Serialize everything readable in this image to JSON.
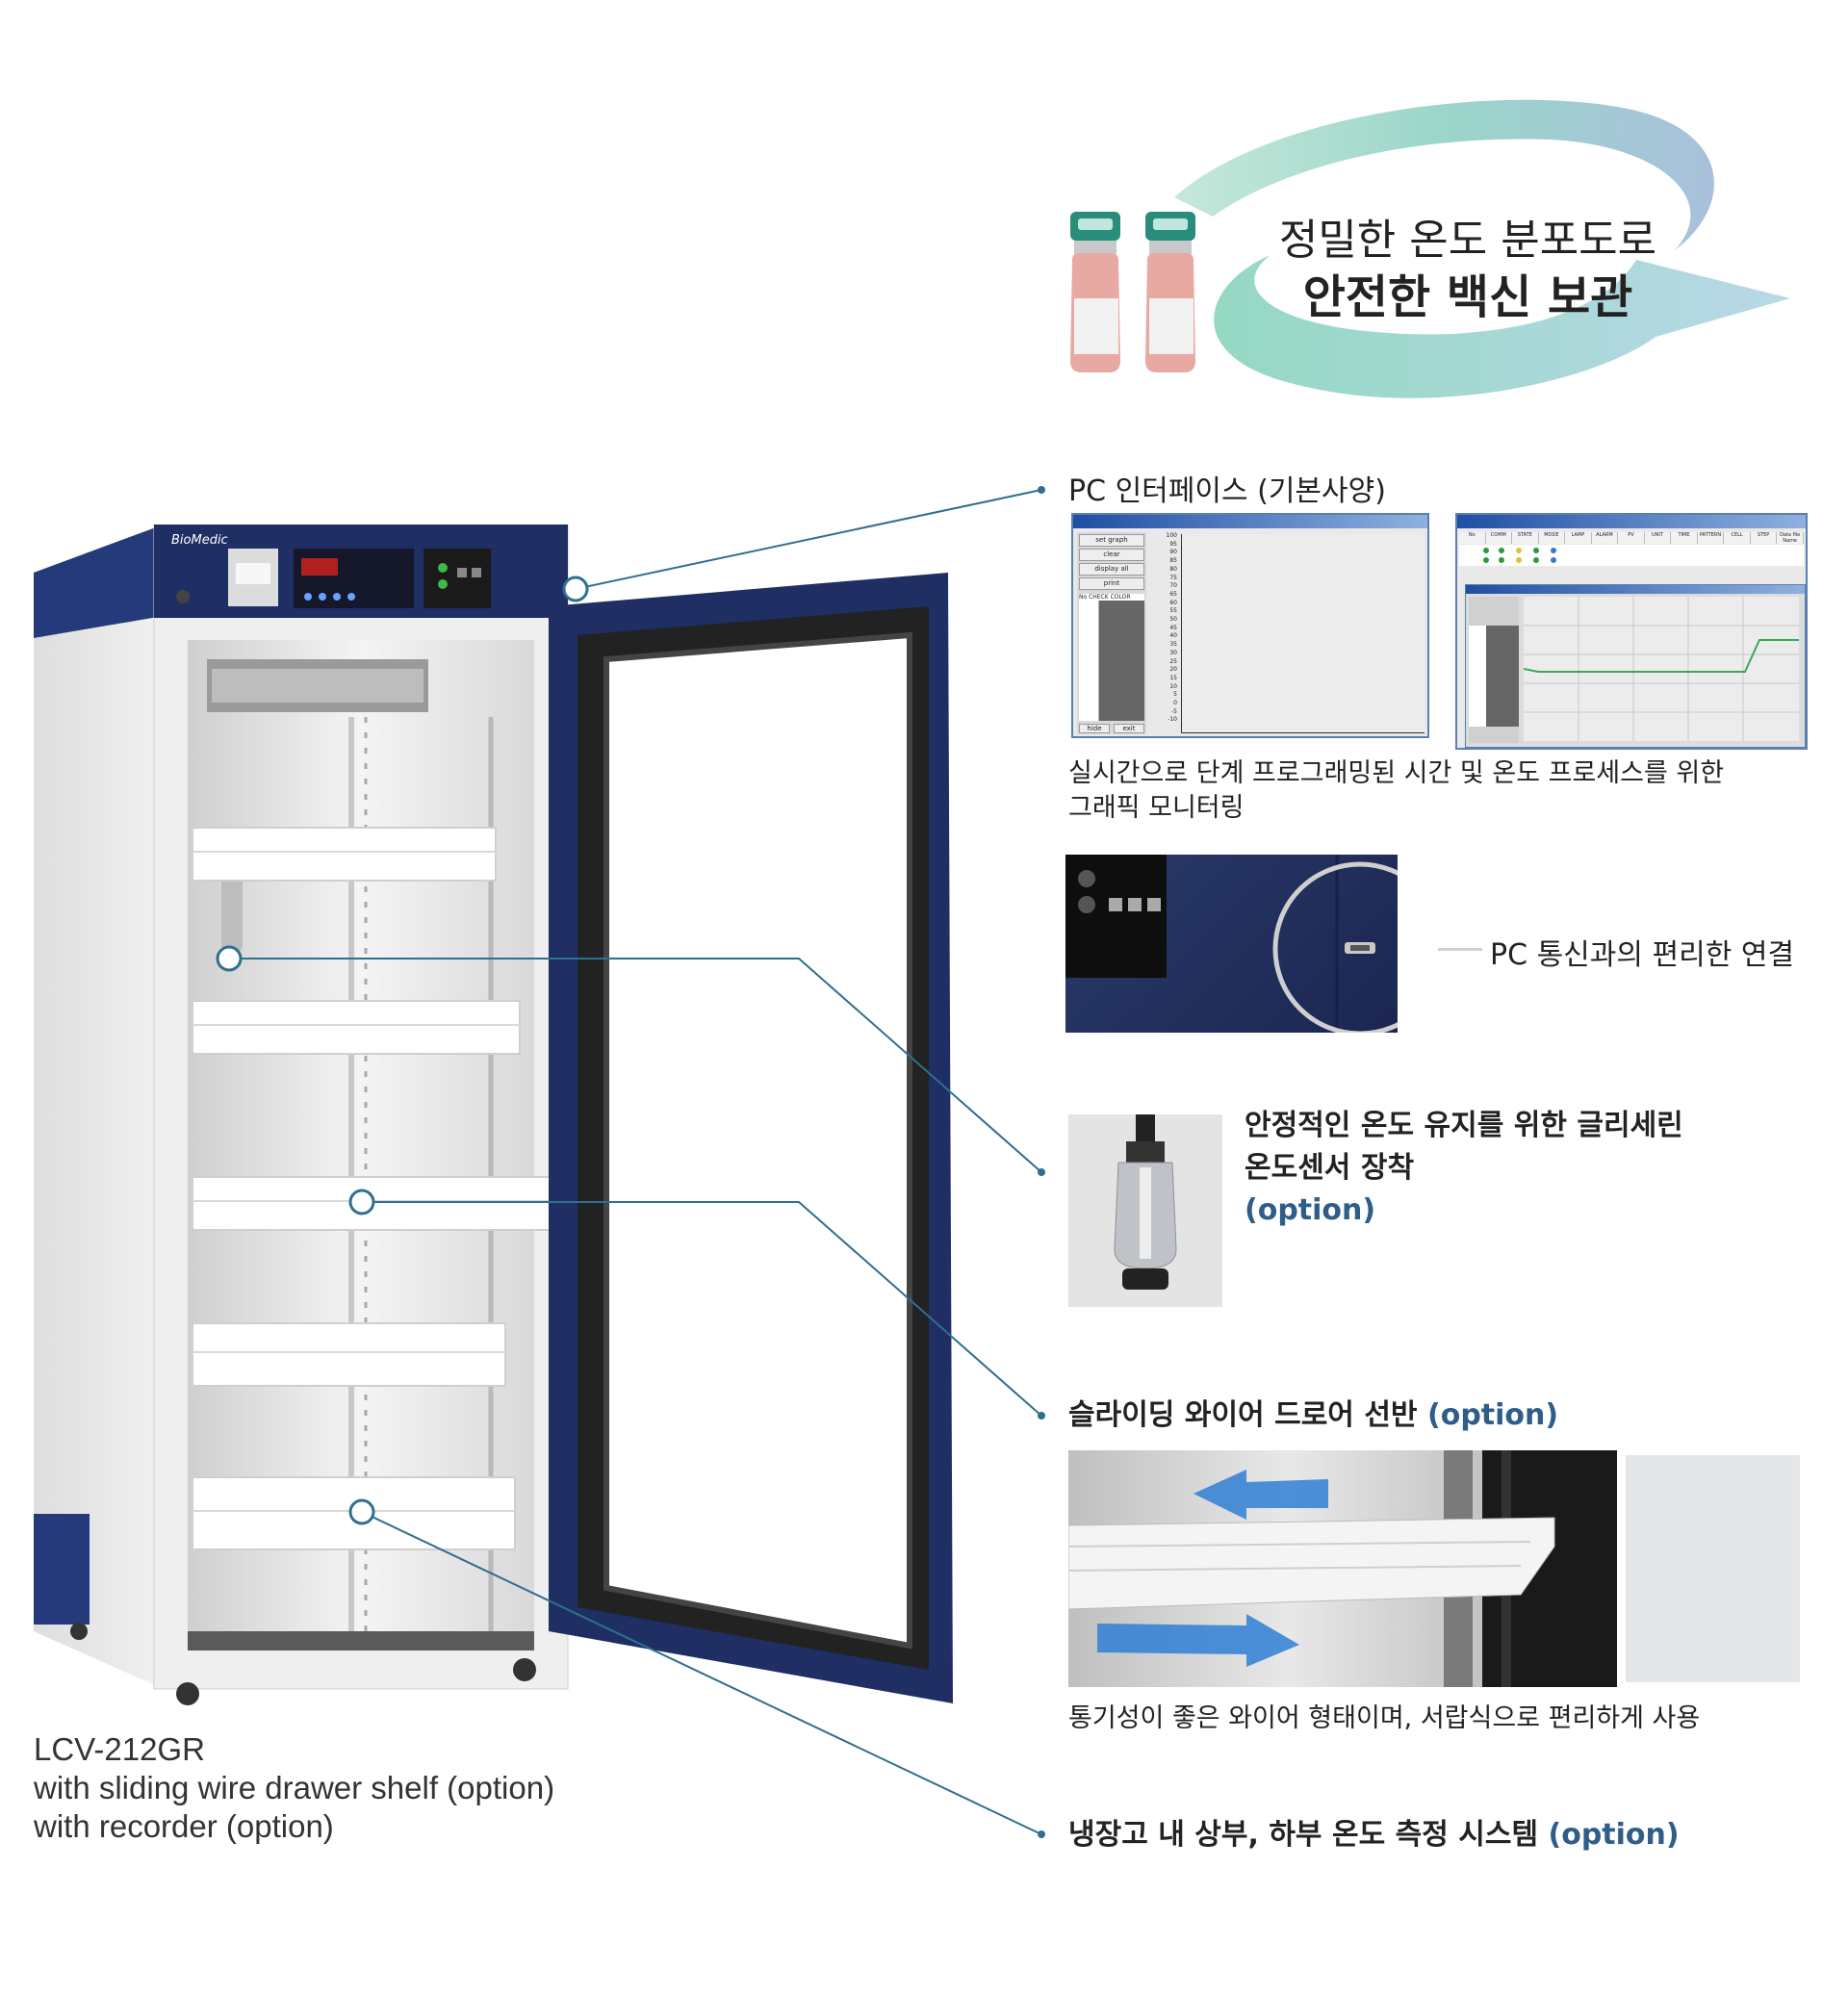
{
  "banner": {
    "line1": "정밀한 온도 분포도로",
    "line2": "안전한 백신 보관"
  },
  "product": {
    "brand": "BioMedic",
    "model": "LCV-212GR",
    "feature1": "with sliding wire drawer shelf (option)",
    "feature2": "with recorder (option)"
  },
  "features": {
    "pc_interface": {
      "title": "PC 인터페이스 (기본사양)",
      "caption_line1": "실시간으로 단계 프로그래밍된 시간 및 온도 프로세스를 위한",
      "caption_line2": "그래픽 모니터링"
    },
    "pc_connection": {
      "label": "PC 통신과의 편리한 연결"
    },
    "glycerin_sensor": {
      "line1": "안정적인 온도 유지를 위한 글리세린",
      "line2": "온도센서 장착",
      "option": "(option)"
    },
    "drawer_shelf": {
      "title": "슬라이딩 와이어 드로어 선반",
      "option": "(option)",
      "caption": "통기성이 좋은 와이어 형태이며, 서랍식으로 편리하게 사용"
    },
    "temp_system": {
      "title": "냉장고 내 상부, 하부 온도 측정 시스템",
      "option": "(option)"
    }
  },
  "screenshots": {
    "left": {
      "buttons": [
        "set graph",
        "clear",
        "display all",
        "print"
      ],
      "table_header": "No  CHECK  COLOR",
      "footer_buttons": [
        "hide",
        "exit"
      ],
      "y_ticks": [
        "100",
        "95",
        "90",
        "85",
        "80",
        "75",
        "70",
        "65",
        "60",
        "55",
        "50",
        "45",
        "40",
        "35",
        "30",
        "25",
        "20",
        "15",
        "10",
        "5",
        "0",
        "-5",
        "-10"
      ]
    },
    "right": {
      "columns": [
        "No",
        "COMM",
        "STATE",
        "MODE",
        "LAMP",
        "ALARM",
        "PV",
        "UNIT",
        "TIME",
        "PATTERN",
        "CELL",
        "STEP",
        "Data file Name"
      ]
    }
  },
  "colors": {
    "accent_blue": "#2f5d8a",
    "navy": "#1f2f63",
    "swirl_teal": "#9fd8c8",
    "swirl_blue": "#9db8d6"
  }
}
